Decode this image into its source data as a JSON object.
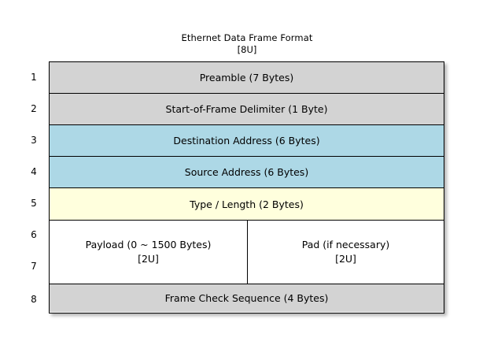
{
  "title": {
    "main": "Ethernet Data Frame Format",
    "sub": "[8U]"
  },
  "colors": {
    "gray": "#D3D3D3",
    "blue": "#ADD8E6",
    "yellow": "#FFFFDD",
    "white": "#FFFFFF",
    "border": "#000000",
    "background": "#FFFFFF"
  },
  "row_numbers": [
    "1",
    "2",
    "3",
    "4",
    "5",
    "6",
    "7",
    "8"
  ],
  "rows": [
    {
      "number": "1",
      "label": "Preamble (7 Bytes)",
      "fill": "gray"
    },
    {
      "number": "2",
      "label": "Start-of-Frame Delimiter (1 Byte)",
      "fill": "gray"
    },
    {
      "number": "3",
      "label": "Destination Address (6 Bytes)",
      "fill": "blue"
    },
    {
      "number": "4",
      "label": "Source Address (6 Bytes)",
      "fill": "blue"
    },
    {
      "number": "5",
      "label": "Type / Length (2 Bytes)",
      "fill": "yellow"
    },
    {
      "number": "6-7",
      "fill": "white",
      "split": {
        "left": {
          "label": "Payload (0 ~ 1500 Bytes)",
          "note": "[2U]"
        },
        "right": {
          "label": "Pad (if necessary)",
          "note": "[2U]"
        }
      }
    },
    {
      "number": "8",
      "label": "Frame Check Sequence (4 Bytes)",
      "fill": "gray"
    }
  ]
}
